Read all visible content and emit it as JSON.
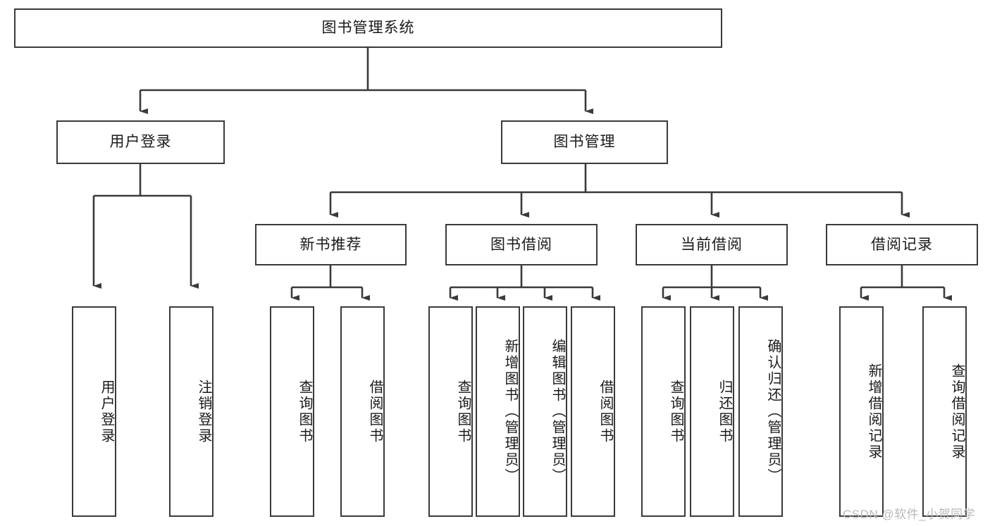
{
  "diagram": {
    "title_node": {
      "label": "图书管理系统"
    },
    "level2": [
      {
        "id": "user-login",
        "label": "用户登录"
      },
      {
        "id": "book-manage",
        "label": "图书管理"
      }
    ],
    "level3": [
      {
        "id": "new-book-recommend",
        "label": "新书推荐"
      },
      {
        "id": "book-borrow",
        "label": "图书借阅"
      },
      {
        "id": "current-borrow",
        "label": "当前借阅"
      },
      {
        "id": "borrow-record",
        "label": "借阅记录"
      }
    ],
    "leaves": [
      {
        "id": "leaf-user-login",
        "label": "用户登录"
      },
      {
        "id": "leaf-logout-login",
        "label": "注销登录"
      },
      {
        "id": "leaf-query-book-1",
        "label": "查询图书"
      },
      {
        "id": "leaf-borrow-book-1",
        "label": "借阅图书"
      },
      {
        "id": "leaf-query-book-2",
        "label": "查询图书"
      },
      {
        "id": "leaf-add-book-admin",
        "label": "新增图书（管理员）"
      },
      {
        "id": "leaf-edit-book-admin",
        "label": "编辑图书（管理员）"
      },
      {
        "id": "leaf-borrow-book-2",
        "label": "借阅图书"
      },
      {
        "id": "leaf-query-book-3",
        "label": "查询图书"
      },
      {
        "id": "leaf-return-book",
        "label": "归还图书"
      },
      {
        "id": "leaf-confirm-return-admin",
        "label": "确认归还（管理员）"
      },
      {
        "id": "leaf-add-borrow-record",
        "label": "新增借阅记录"
      },
      {
        "id": "leaf-query-borrow-record",
        "label": "查询借阅记录"
      }
    ]
  },
  "watermark": {
    "text": "CSDN @软件_小贺同学"
  },
  "colors": {
    "border": "#3a3a3a",
    "background": "#ffffff",
    "text": "#1a1a1a",
    "watermark": "#b9b9b9"
  }
}
